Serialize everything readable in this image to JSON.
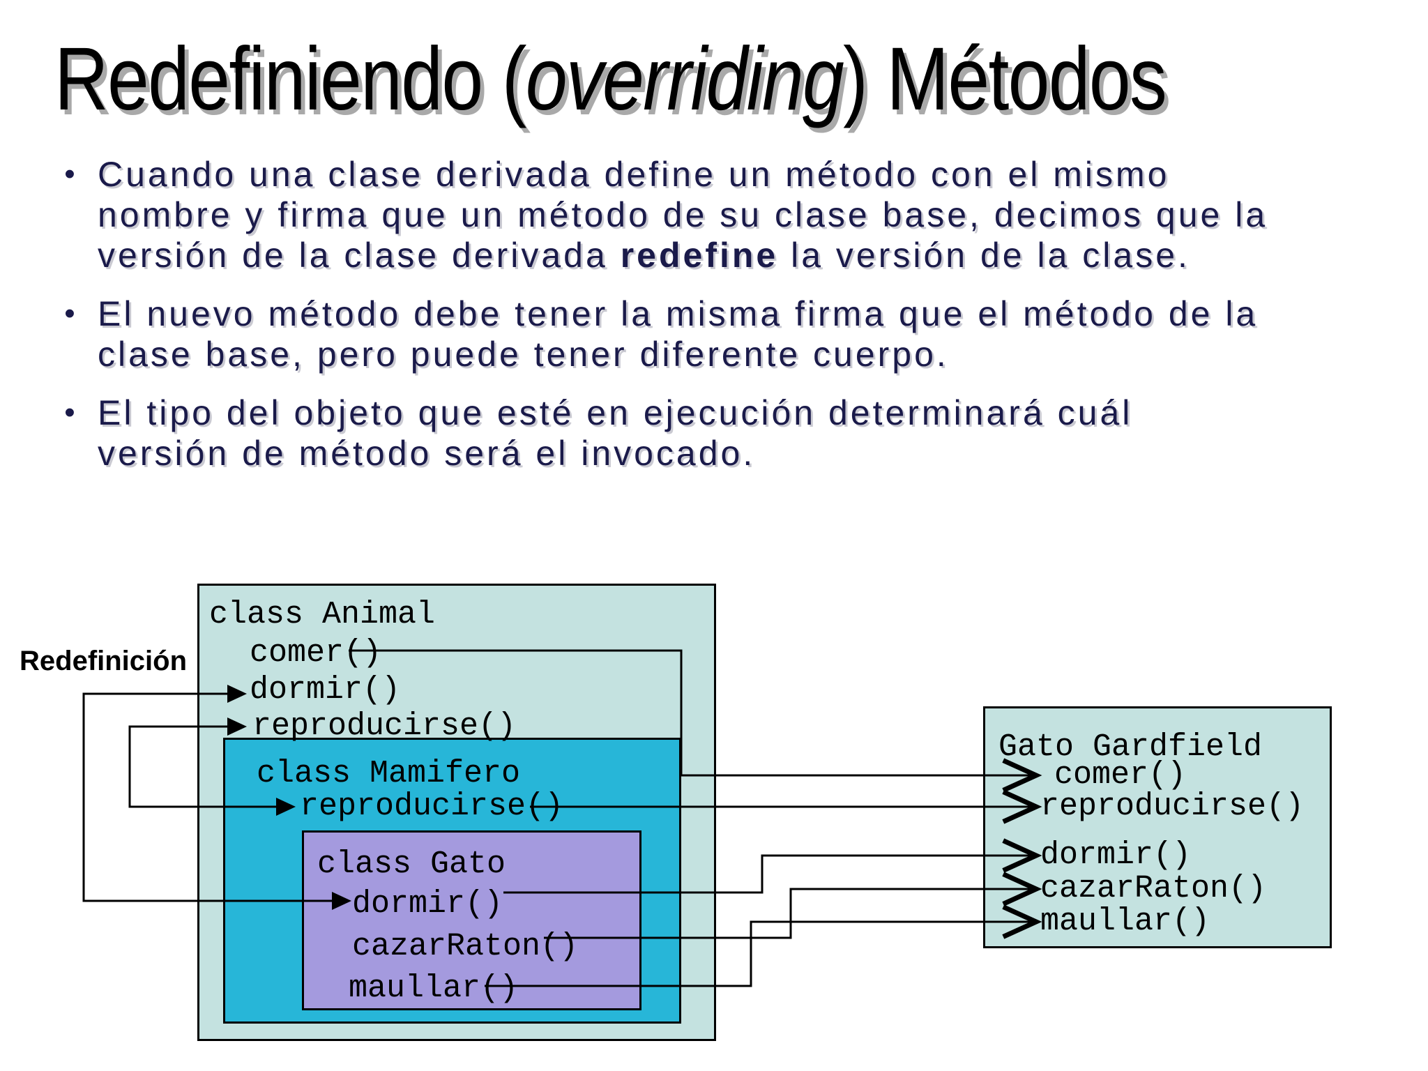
{
  "title": {
    "pre": "Redefiniendo (",
    "italic": "overriding",
    "post": ") Métodos"
  },
  "bullets": [
    {
      "line1": "Cuando una clase derivada define un método con el mismo",
      "line2": "nombre y firma que un método de su clase base, decimos que la",
      "line3a": "versión de la clase derivada ",
      "line3b": "redefine",
      "line3c": " la versión de la clase."
    },
    {
      "line1": "El nuevo método debe tener la misma firma que el método de la",
      "line2": "clase base, pero puede tener diferente cuerpo."
    },
    {
      "line1": "El tipo del objeto que esté en ejecución determinará cuál",
      "line2": "versión de método será el invocado."
    }
  ],
  "redefinicion_label": "Redefinición",
  "diagram": {
    "animal": {
      "header": "class Animal",
      "methods": [
        "comer()",
        "dormir()",
        "reproducirse()"
      ]
    },
    "mamifero": {
      "header": "class Mamifero",
      "methods": [
        "reproducirse()"
      ]
    },
    "gato": {
      "header": "class Gato",
      "methods": [
        "dormir()",
        "cazarRaton()",
        "maullar()"
      ]
    },
    "gardfield": {
      "header": "Gato Gardfield",
      "methods": [
        "comer()",
        "reproducirse()",
        "dormir()",
        "cazarRaton()",
        "maullar()"
      ]
    },
    "colors": {
      "outer_box_fill": "#c4e2e0",
      "mamifero_fill": "#27b6d8",
      "gato_fill": "#a49ade",
      "gardfield_fill": "#c4e2e0",
      "line_color": "#000000",
      "body_text_color": "#1a1a4a"
    }
  }
}
